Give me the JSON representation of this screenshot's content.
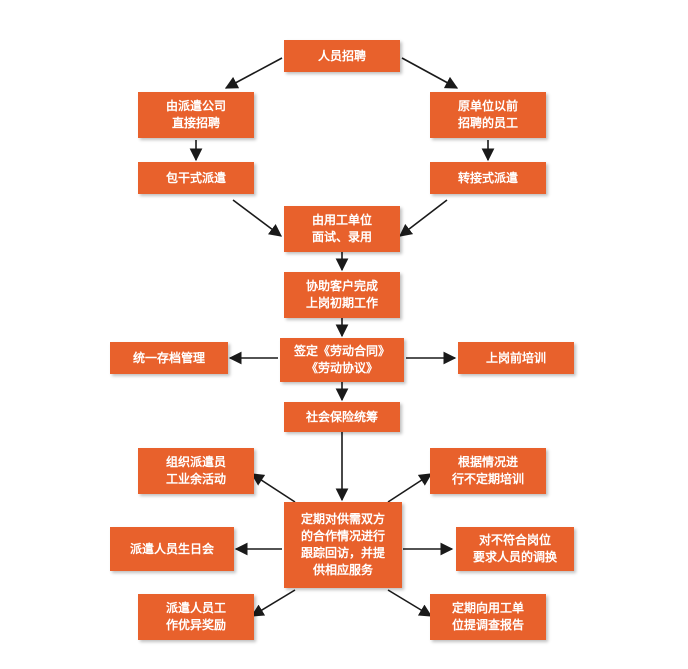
{
  "flowchart": {
    "nodes": {
      "recruit": "人员招聘",
      "agency_direct": "由派遣公司\n直接招聘",
      "former_staff": "原单位以前\n招聘的员工",
      "contract_dispatch": "包干式派遣",
      "transfer_dispatch": "转接式派遣",
      "employer_interview": "由用工单位\n面试、录用",
      "assist_onboarding": "协助客户完成\n上岗初期工作",
      "sign_contracts": "签定《劳动合同》\n《劳动协议》",
      "archive_management": "统一存档管理",
      "pre_job_training": "上岗前培训",
      "social_insurance": "社会保险统筹",
      "regular_followup": "定期对供需双方\n的合作情况进行\n跟踪回访，并提\n供相应服务",
      "leisure_activities": "组织派遣员\n工业余活动",
      "irregular_training": "根据情况进\n行不定期培训",
      "birthday_party": "派遣人员生日会",
      "adjust_unfit": "对不符合岗位\n要求人员的调换",
      "excellence_awards": "派遣人员工\n作优异奖励",
      "survey_report": "定期向用工单\n位提调查报告"
    }
  },
  "colors": {
    "box_fill": "#e8612c",
    "box_text": "#ffffff",
    "arrow": "#1a1a1a"
  }
}
